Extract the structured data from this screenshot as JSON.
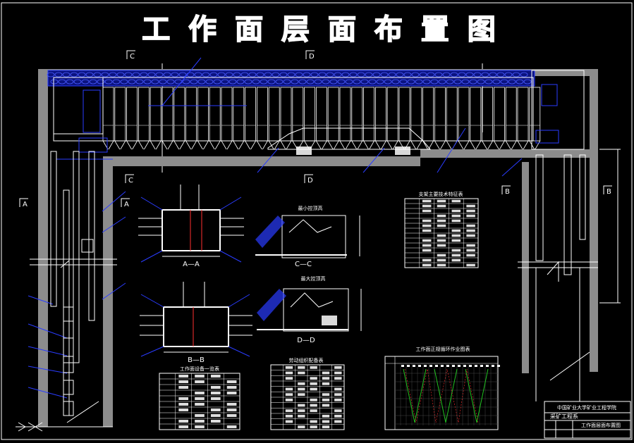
{
  "drawing": {
    "title": "工 作 面 层 面 布 置 图",
    "colors": {
      "background": "#000000",
      "line": "#ffffff",
      "accent": "#2a3cff",
      "wall": "#8c8c8c",
      "red": "#ff3030",
      "green": "#20c020"
    }
  },
  "section_marks": {
    "c_top": "C",
    "d_top": "D",
    "c_bottom": "C",
    "d_bottom": "D",
    "a_left": "A",
    "a_mid": "A",
    "b_right_1": "B",
    "b_right_2": "B"
  },
  "views": {
    "aa_label": "A—A",
    "bb_label": "B—B",
    "cc_label": "C—C",
    "dd_label": "D—D",
    "min_height_title": "最小控顶高",
    "max_height_title": "最大控顶高"
  },
  "tables": {
    "equipment_title": "工作面设备一览表",
    "support_title": "支架主要技术特征表",
    "labor_title": "劳动组织配备表",
    "cycle_title": "工作面正规循环作业图表"
  },
  "title_block": {
    "school": "中国矿业大学矿业工程学院",
    "major": "采矿工程系",
    "drawing_name": "工作面层面布置图"
  }
}
